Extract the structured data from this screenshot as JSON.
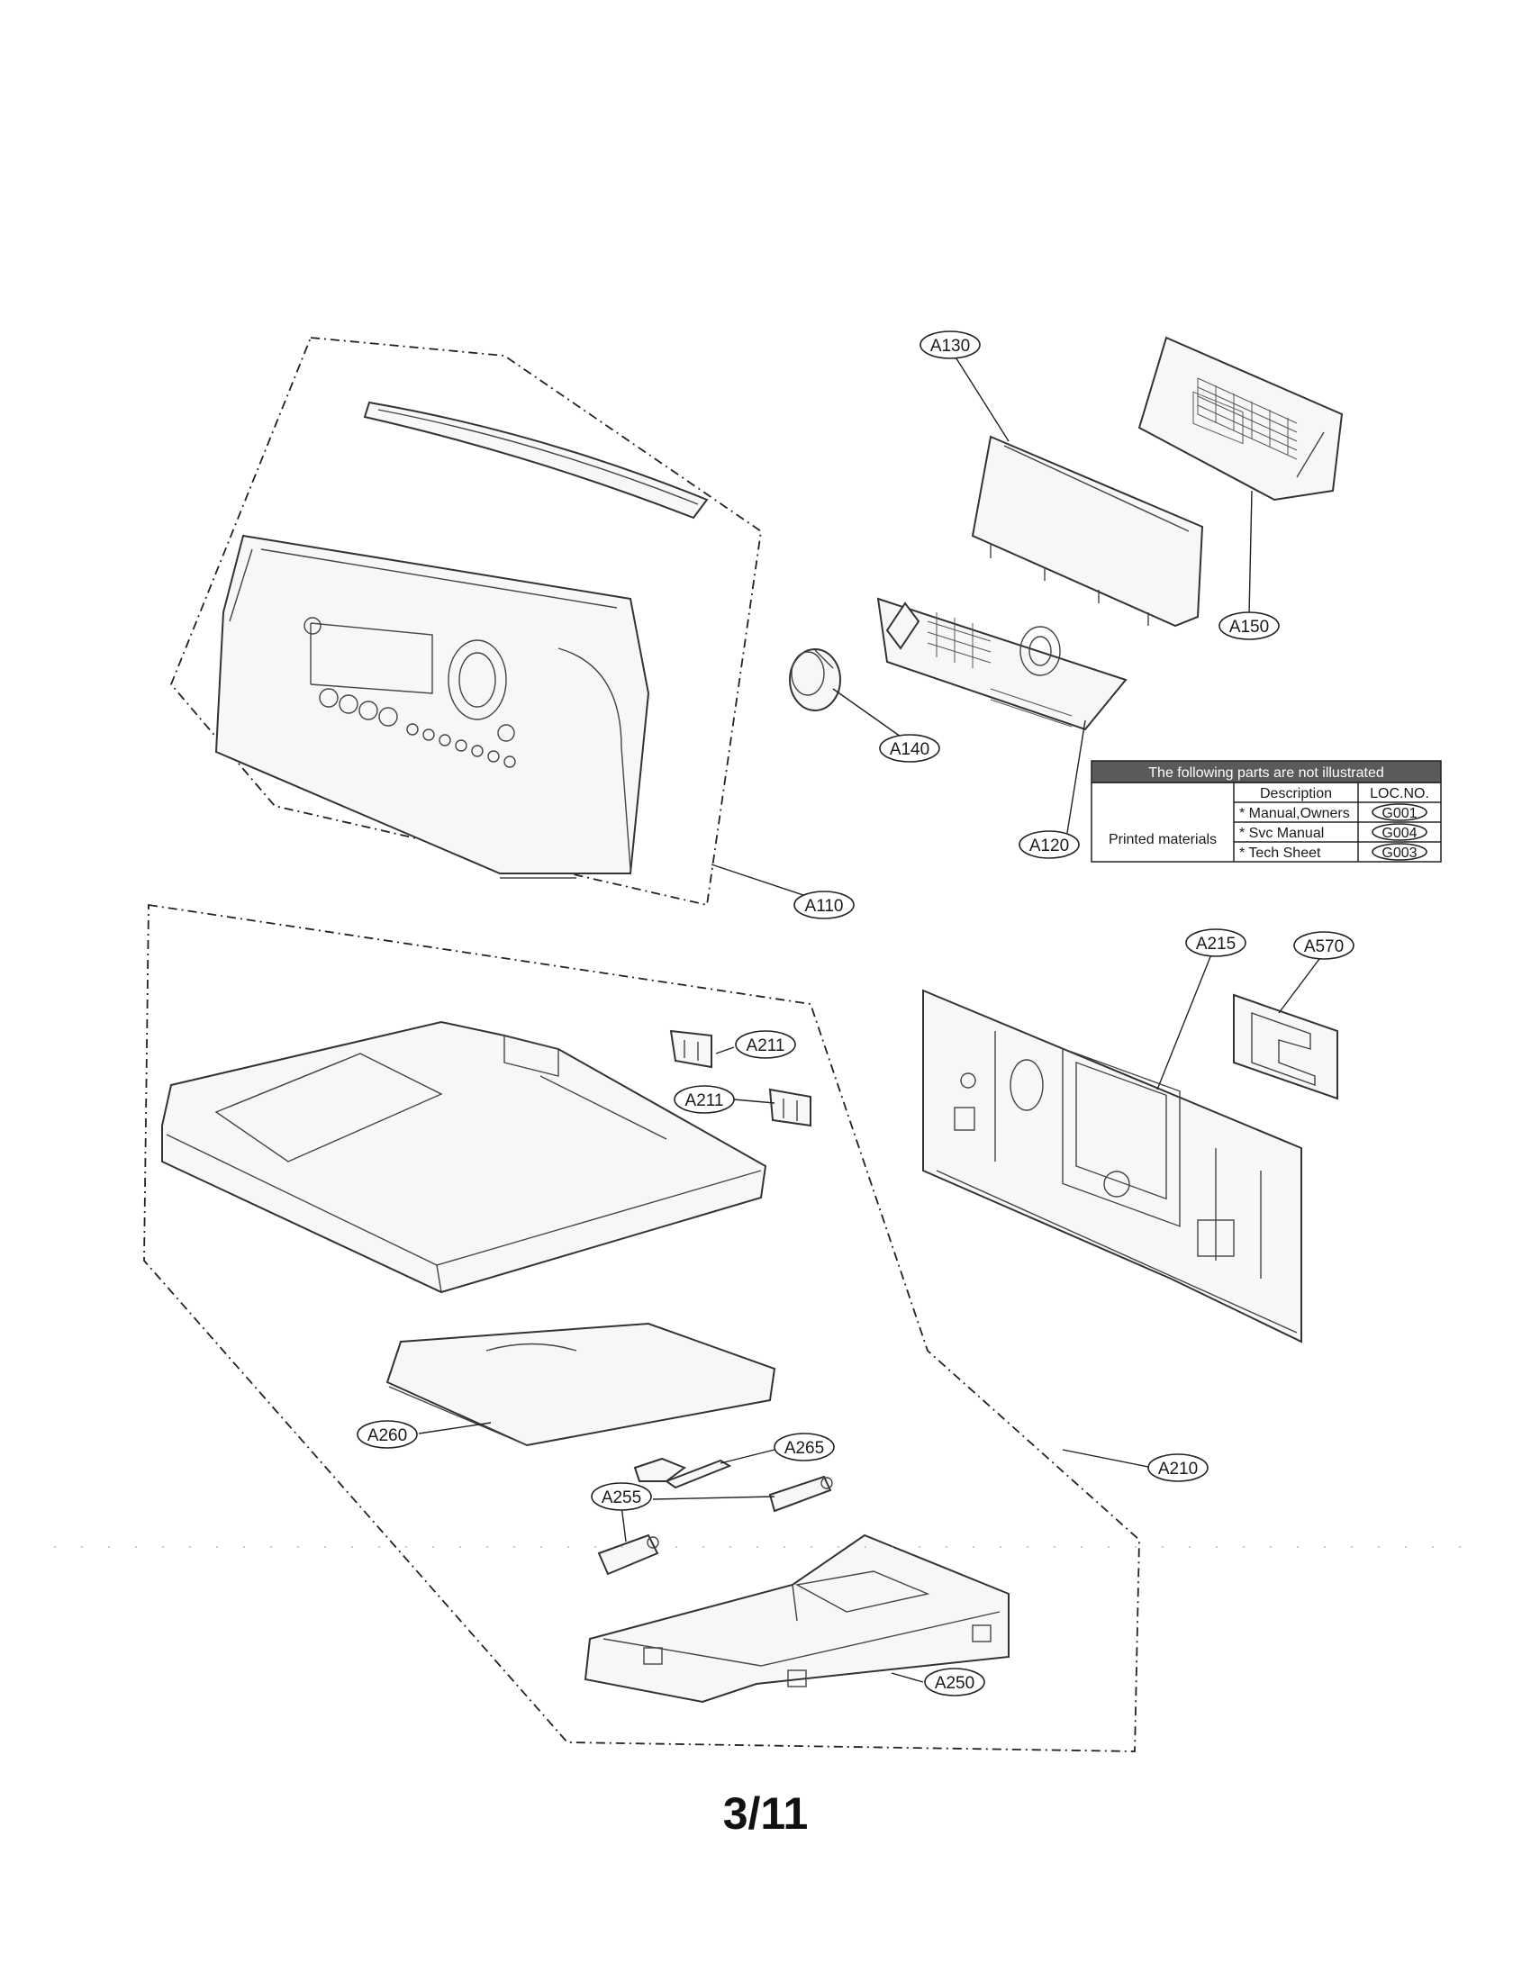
{
  "callouts": [
    {
      "id": "A130",
      "label": "A130"
    },
    {
      "id": "A150",
      "label": "A150"
    },
    {
      "id": "A140",
      "label": "A140"
    },
    {
      "id": "A120",
      "label": "A120"
    },
    {
      "id": "A110",
      "label": "A110"
    },
    {
      "id": "A215",
      "label": "A215"
    },
    {
      "id": "A570",
      "label": "A570"
    },
    {
      "id": "A211a",
      "label": "A211"
    },
    {
      "id": "A211b",
      "label": "A211"
    },
    {
      "id": "A260",
      "label": "A260"
    },
    {
      "id": "A265",
      "label": "A265"
    },
    {
      "id": "A255",
      "label": "A255"
    },
    {
      "id": "A210",
      "label": "A210"
    },
    {
      "id": "A250",
      "label": "A250"
    }
  ],
  "notes_table": {
    "header": "The following parts are not illustrated",
    "group_label": "Printed materials",
    "col_description": "Description",
    "col_loc": "LOC.NO.",
    "rows": [
      {
        "description": "* Manual,Owners",
        "loc": "G001"
      },
      {
        "description": "* Svc Manual",
        "loc": "G004"
      },
      {
        "description": "* Tech Sheet",
        "loc": "G003"
      }
    ]
  },
  "page_number": "3/11"
}
